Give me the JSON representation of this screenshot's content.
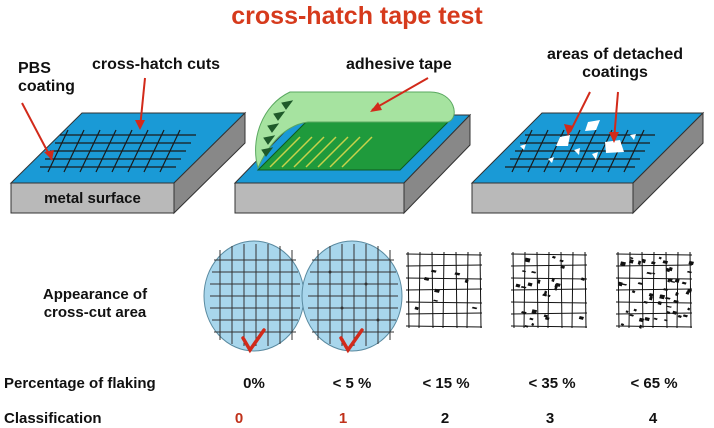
{
  "title": "cross-hatch tape test",
  "labels": {
    "pbs_coating_line1": "PBS",
    "pbs_coating_line2": "coating",
    "cross_hatch_cuts": "cross-hatch cuts",
    "adhesive_tape": "adhesive tape",
    "detached_line1": "areas of detached",
    "detached_line2": "coatings",
    "metal_surface": "metal surface"
  },
  "table": {
    "appearance_label_line1": "Appearance of",
    "appearance_label_line2": "cross-cut area",
    "percentage_label": "Percentage of flaking",
    "classification_label": "Classification",
    "columns": [
      {
        "percentage": "0%",
        "classification": "0",
        "accepted": true
      },
      {
        "percentage": "< 5 %",
        "classification": "1",
        "accepted": true
      },
      {
        "percentage": "< 15 %",
        "classification": "2",
        "accepted": false
      },
      {
        "percentage": "< 35 %",
        "classification": "3",
        "accepted": false
      },
      {
        "percentage": "< 65 %",
        "classification": "4",
        "accepted": false
      }
    ]
  },
  "colors": {
    "title": "#d63a1c",
    "coating": "#1a9ad6",
    "metal": "#b9b9b9",
    "tape": "#1f9a3c",
    "pointer": "#d22a1a",
    "accepted_class": "#c0311a",
    "sample_circle": "#a8d6ec"
  }
}
